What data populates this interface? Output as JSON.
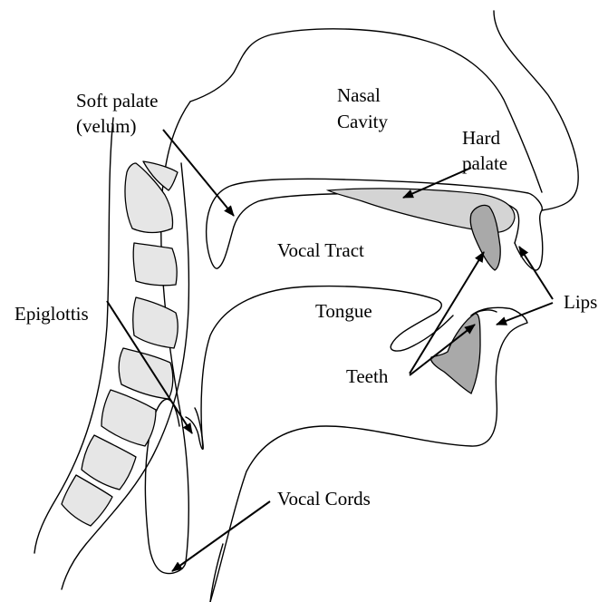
{
  "colors": {
    "line": "#000000",
    "bone_fill": "#e6e6e6",
    "tooth_fill": "#a9a9a9",
    "palate_fill": "#d4d4d4",
    "background": "#ffffff"
  },
  "labels": {
    "soft_palate_1": "Soft palate",
    "soft_palate_2": "(velum)",
    "nasal_1": "Nasal",
    "nasal_2": "Cavity",
    "hard_palate_1": "Hard",
    "hard_palate_2": "palate",
    "vocal_tract": "Vocal Tract",
    "tongue": "Tongue",
    "lips": "Lips",
    "epiglottis": "Epiglottis",
    "teeth": "Teeth",
    "vocal_cords": "Vocal Cords"
  }
}
